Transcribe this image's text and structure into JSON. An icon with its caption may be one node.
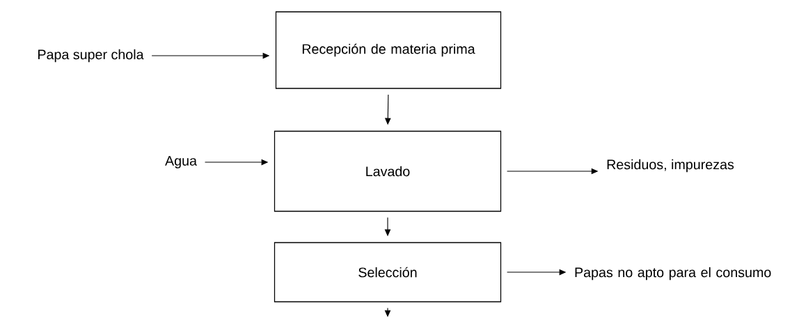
{
  "diagram": {
    "nodes": [
      {
        "text": [
          "Papa super chola"
        ]
      },
      {
        "text": [
          "Recepción de materia prima"
        ]
      },
      {
        "text": [
          "Agua"
        ]
      },
      {
        "text": [
          "Lavado"
        ]
      },
      {
        "text": [
          "Residuos, impurezas"
        ]
      },
      {
        "text": [
          "Selección"
        ]
      },
      {
        "text": [
          "Papas no apto para el consumo"
        ]
      }
    ],
    "edges": [
      {
        "from": 0,
        "to": 1,
        "arrow": "to"
      },
      {
        "from": 1,
        "to": 3,
        "arrow": "to"
      },
      {
        "from": 2,
        "to": 3,
        "arrow": "to"
      },
      {
        "from": 3,
        "to": 4,
        "arrow": "to"
      },
      {
        "from": 3,
        "to": 5,
        "arrow": "to"
      },
      {
        "from": 5,
        "to": 6,
        "arrow": "to"
      },
      {
        "from": 5,
        "to": null,
        "arrow": "to"
      }
    ]
  }
}
